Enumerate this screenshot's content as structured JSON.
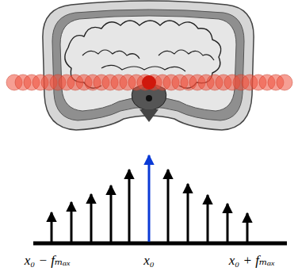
{
  "diagram": {
    "labels": [
      "x₀ − fₘₐₓ",
      "x₀",
      "x₀ + fₘₐₓ"
    ]
  }
}
